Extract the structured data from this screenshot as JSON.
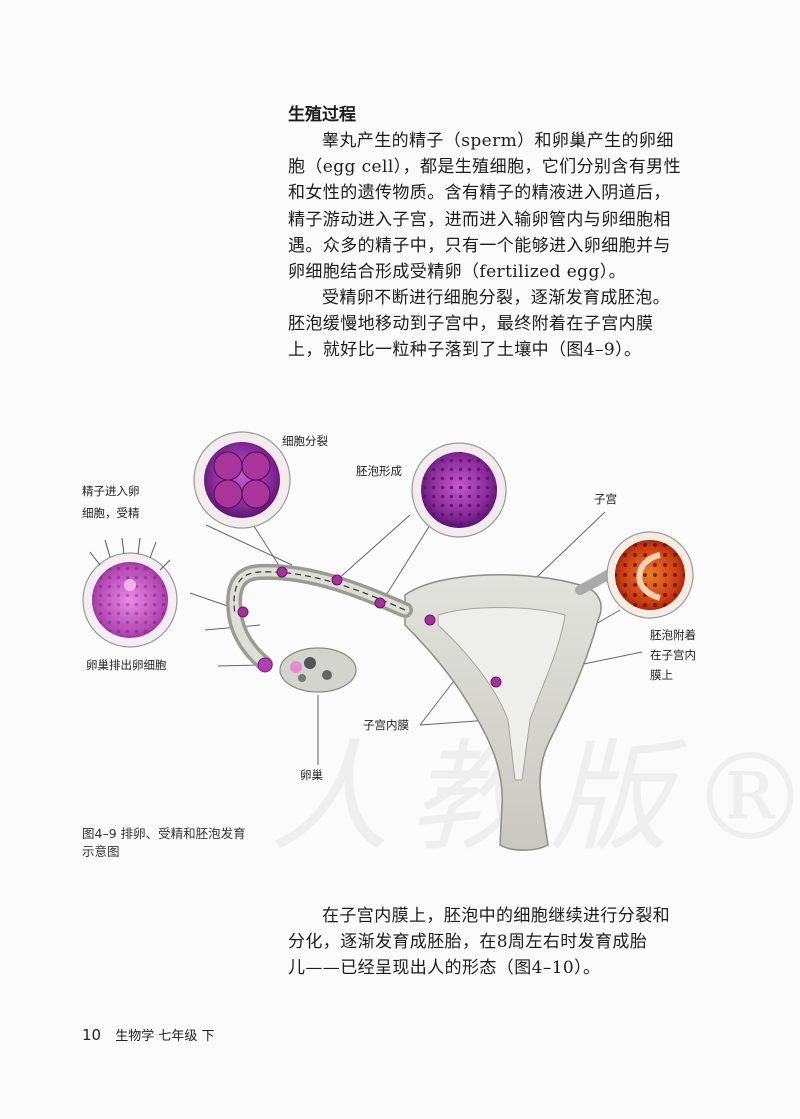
{
  "section": {
    "heading": "生殖过程",
    "paragraph1": [
      "睾丸产生的精子（sperm）和卵巢产生的卵细",
      "胞（egg cell），都是生殖细胞，它们分别含有男性",
      "和女性的遗传物质。含有精子的精液进入阴道后，",
      "精子游动进入子宫，进而进入输卵管内与卵细胞相",
      "遇。众多的精子中，只有一个能够进入卵细胞并与",
      "卵细胞结合形成受精卵（fertilized egg）。"
    ],
    "paragraph2": [
      "受精卵不断进行细胞分裂，逐渐发育成胚泡。",
      "胚泡缓慢地移动到子宫中，最终附着在子宫内膜",
      "上，就好比一粒种子落到了土壤中（图4–9）。"
    ],
    "paragraph3": [
      "在子宫内膜上，胚泡中的细胞继续进行分裂和",
      "分化，逐渐发育成胚胎，在8周左右时发育成胎",
      "儿——已经呈现出人的形态（图4–10）。"
    ]
  },
  "figure": {
    "labels": {
      "cell_division": "细胞分裂",
      "blastocyst_formation": "胚泡形成",
      "uterus": "子宫",
      "sperm_enters_1": "精子进入卵",
      "sperm_enters_2": "细胞，受精",
      "ovulation": "卵巢排出卵细胞",
      "attach_1": "胚泡附着",
      "attach_2": "在子宫内",
      "attach_3": "膜上",
      "endometrium": "子宫内膜",
      "ovary": "卵巢"
    },
    "caption_line1": "图4–9  排卵、受精和胚泡发育",
    "caption_line2": "示意图"
  },
  "watermark": "人教版®",
  "footer": {
    "page_number": "10",
    "book_title": "生物学 七年级 下"
  }
}
